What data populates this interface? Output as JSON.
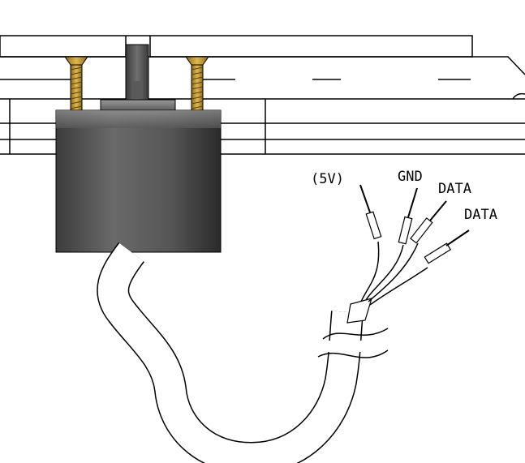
{
  "diagram": {
    "labels": {
      "pin_5v": "(5V)",
      "pin_gnd": "GND",
      "pin_data1": "DATA",
      "pin_data2": "DATA"
    },
    "colors": {
      "motor_body_dark": "#3a3a3a",
      "motor_body_light": "#8c8c8c",
      "screw": "#c8a040",
      "outline": "#000000",
      "background": "#ffffff"
    },
    "icons": [
      "rotary-encoder",
      "mounting-screw",
      "connector-pin",
      "cable"
    ]
  }
}
